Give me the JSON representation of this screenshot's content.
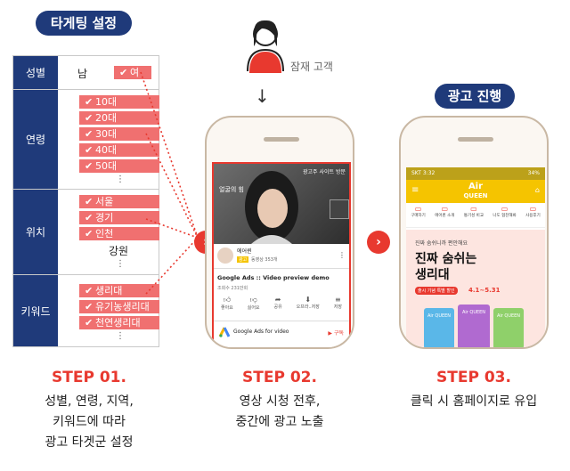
{
  "section1": {
    "title": "타게팅 설정"
  },
  "targeting": {
    "rows": [
      {
        "label": "성별",
        "plain": "남",
        "chips": [
          "여"
        ]
      },
      {
        "label": "연령",
        "chips": [
          "10대",
          "20대",
          "30대",
          "40대",
          "50대"
        ],
        "more": "⋮"
      },
      {
        "label": "위치",
        "chips": [
          "서울",
          "경기",
          "인천"
        ],
        "plain": "강원",
        "more": "⋮"
      },
      {
        "label": "키워드",
        "chips": [
          "생리대",
          "유기농생리대",
          "천연생리대"
        ],
        "more": "⋮"
      }
    ]
  },
  "customer": {
    "label": "잠재 고객",
    "arrow": "↓"
  },
  "section3": {
    "title": "광고 진행"
  },
  "phone2": {
    "ad_visit": "광고주 사이트 방문",
    "ad_overlay": "얼굴의 힘",
    "channel": "에어퀸",
    "ad_badge": "광고",
    "ad_meta": "동영상 353개",
    "video_title": "Google Ads :: Video preview demo",
    "views": "조회수 231만회",
    "actions": [
      "좋아요",
      "싫어요",
      "공유",
      "오프라..저장",
      "저장"
    ],
    "channel2": "Google Ads for video",
    "subscribe": "구독"
  },
  "phone3": {
    "status_left": "SKT 3:32",
    "status_right": "34%",
    "brand_top": "Air",
    "brand_bottom": "QUEEN",
    "nav": [
      "구매하기",
      "에어퀸 소개",
      "통기성 비교",
      "나도 협찬해봐",
      "사용후기"
    ],
    "tagline": "진짜 숨쉬니까 편안해요",
    "headline1": "진짜 숨쉬는",
    "headline2": "생리대",
    "promo": "출시 기념 특별 할인",
    "promo_date": "4.1~5.31",
    "pack_brand": "Air QUEEN"
  },
  "steps": [
    {
      "title": "STEP 01.",
      "lines": [
        "성별, 연령, 지역,",
        "키워드에 따라",
        "광고 타겟군 설정"
      ]
    },
    {
      "title": "STEP 02.",
      "lines": [
        "영상 시청 전후,",
        "중간에 광고 노출"
      ]
    },
    {
      "title": "STEP 03.",
      "lines": [
        "클릭 시 홈페이지로 유입"
      ]
    }
  ],
  "colors": {
    "navy": "#1f3a7a",
    "coral": "#f07070",
    "red": "#e8392f",
    "yellow": "#f5c400"
  }
}
